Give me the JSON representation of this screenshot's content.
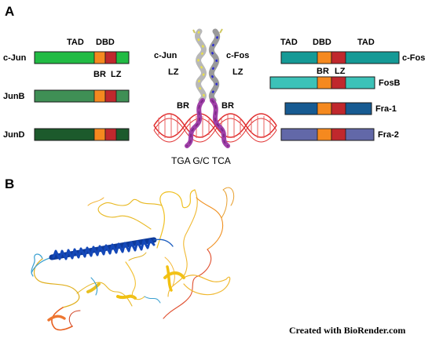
{
  "panel_a": {
    "letter": "A",
    "domain_headers_left": {
      "tad": "TAD",
      "dbd": "DBD"
    },
    "domain_labels_left": {
      "br": "BR",
      "lz": "LZ"
    },
    "domain_headers_right": {
      "tad_n": "TAD",
      "dbd": "DBD",
      "tad_c": "TAD"
    },
    "domain_labels_right": {
      "br": "BR",
      "lz": "LZ"
    },
    "jun_proteins": [
      {
        "name": "c-Jun",
        "color": "#22bb44"
      },
      {
        "name": "JunB",
        "color": "#3f8f55"
      },
      {
        "name": "JunD",
        "color": "#1c5a2c"
      }
    ],
    "fos_proteins": [
      {
        "name": "c-Fos",
        "color": "#159a96"
      },
      {
        "name": "FosB",
        "color": "#3cc2b8"
      },
      {
        "name": "Fra-1",
        "color": "#175b92"
      },
      {
        "name": "Fra-2",
        "color": "#6268a8"
      }
    ],
    "domain_colors": {
      "br": "#f5891f",
      "lz": "#c0282d"
    },
    "structure": {
      "label_jun": "c-Jun",
      "label_fos": "c-Fos",
      "label_lz_left": "LZ",
      "label_lz_right": "LZ",
      "label_br_left": "BR",
      "label_br_right": "BR",
      "dna_sequence": "TGA G/C TCA",
      "dna_color": "#e03030",
      "basic_region_color": "#a040a8"
    }
  },
  "panel_b": {
    "letter": "B",
    "helix_color": "#1448b8",
    "credit": "Created with BioRender.com"
  }
}
